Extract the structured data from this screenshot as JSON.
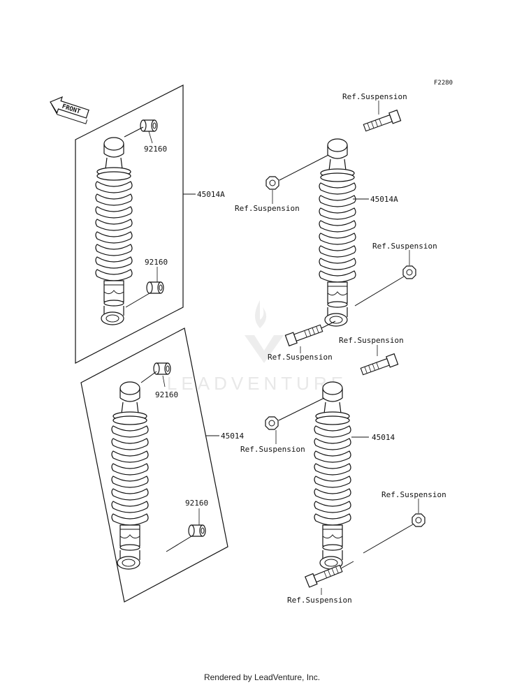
{
  "diagram": {
    "code": "F2280",
    "front_label": "FRONT",
    "parts": {
      "shock_a_number": "45014A",
      "shock_number": "45014",
      "bushing_number": "92160",
      "ref_label": "Ref.Suspension"
    }
  },
  "watermark": {
    "text": "LEADVENTURE"
  },
  "footer": {
    "text": "Rendered by LeadVenture, Inc."
  },
  "colors": {
    "line": "#111111",
    "watermark": "#e6e6e6"
  }
}
